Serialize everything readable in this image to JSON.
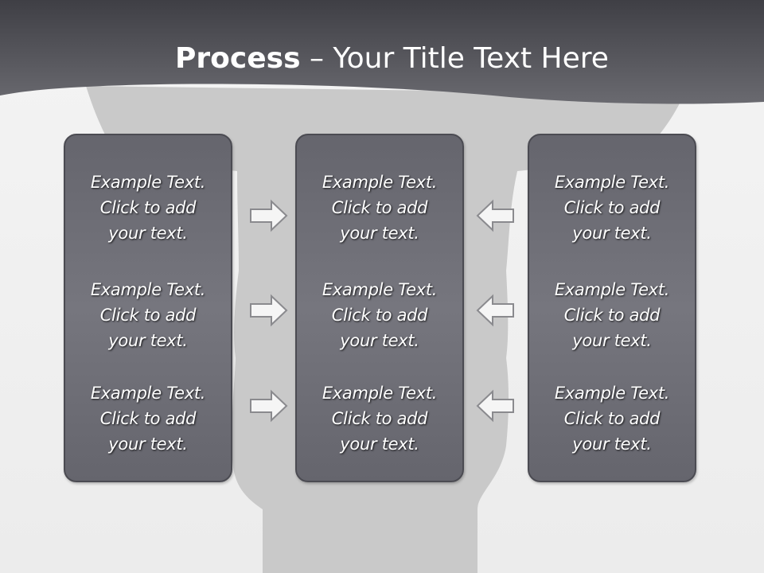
{
  "slide": {
    "title_bold": "Process",
    "title_rest": " – Your Title Text Here",
    "colors": {
      "header": "#56555b",
      "panel": "#6e6e76",
      "panel_border": "#4b4b52",
      "silhouette": "#c9c9c9",
      "text": "#ffffff"
    },
    "icons": [
      "arrow-right-icon",
      "arrow-left-icon"
    ]
  },
  "panels": {
    "left": [
      "Example Text.\nClick  to add\nyour text.",
      "Example Text.\nClick  to add\nyour text.",
      "Example Text.\nClick  to add\nyour text."
    ],
    "center": [
      "Example Text.\nClick  to add\nyour text.",
      "Example Text.\nClick  to add\nyour text.",
      "Example Text.\nClick  to add\nyour text."
    ],
    "right": [
      "Example Text.\nClick  to add\nyour text.",
      "Example Text.\nClick  to add\nyour text.",
      "Example Text.\nClick  to add\nyour text."
    ]
  }
}
